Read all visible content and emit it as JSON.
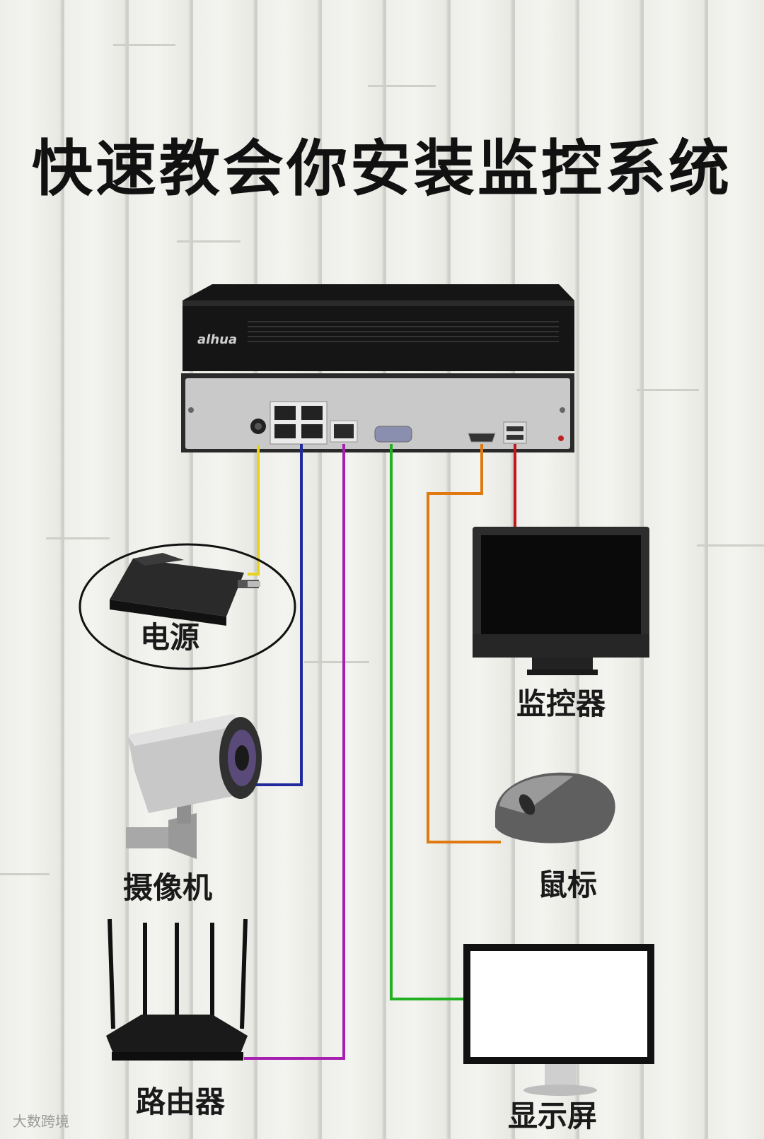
{
  "title": "快速教会你安装监控系统",
  "nvr": {
    "brand": "alhua"
  },
  "devices": {
    "power": "电源",
    "camera": "摄像机",
    "router": "路由器",
    "monitor": "监控器",
    "mouse": "鼠标",
    "display": "显示屏"
  },
  "watermark": "大数跨境",
  "cable_colors": {
    "power": "#e8d21a",
    "camera": "#1f2a9c",
    "router": "#a61fb0",
    "display": "#22b022",
    "mouse": "#e07a10",
    "monitor": "#c0161c"
  }
}
